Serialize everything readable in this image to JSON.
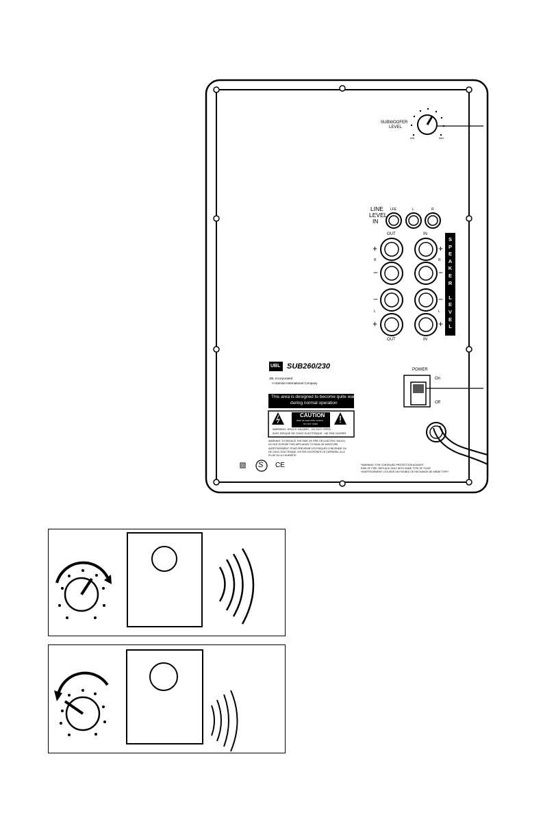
{
  "panel": {
    "subwoofer_level": {
      "label_line1": "SUBWOOFER",
      "label_line2": "LEVEL",
      "min": "MIN",
      "max": "MAX"
    },
    "line_level_in": {
      "label_line1": "LINE",
      "label_line2": "LEVEL",
      "label_line3": "IN",
      "jacks": [
        "LFE",
        "L",
        "R"
      ]
    },
    "speaker_level": {
      "vertical_label": [
        "S",
        "P",
        "E",
        "A",
        "K",
        "E",
        "R",
        "",
        "L",
        "E",
        "V",
        "E",
        "L"
      ],
      "out_top": "OUT",
      "in_top": "IN",
      "out_bottom": "OUT",
      "in_bottom": "IN",
      "r": "R",
      "l": "L",
      "plus": "+",
      "minus": "−"
    },
    "brand": {
      "logo": "UBL",
      "model": "SUB260/230",
      "line1": "JBL Incorporated",
      "line2": "A Harman International Company"
    },
    "warm_notice": {
      "line1": "This area is designed to become quite warm",
      "line2": "during normal operation"
    },
    "caution": {
      "title": "CAUTION",
      "sub1": "RISK OF ELECTRIC SHOCK",
      "sub2": "DO NOT OPEN",
      "line1": "WARNING: SHOCK HAZARD - DO NOT OPEN.",
      "line2": "AVIS: RISQUE DE CHOC ELECTRIQUE - NE PAS OUVRIR"
    },
    "warning_text": {
      "line1": "WARNING: TO REDUCE THE RISK OF FIRE OR ELECTRIC SHOCK,",
      "line2": "DO NOT EXPOSE THIS APPLIANCE TO RAIN OR MOISTURE.",
      "line3": "AVERTISSEMENT: POUR PREVENIR LES RISQUES D'INCENDIE OU",
      "line4": "DE CHOC ELECTRIQUE, EVITER D'EXPOSER CET APPAREIL A LA",
      "line5": "PLUIE OU A L'HUMIDITE."
    },
    "fuse_warning": {
      "line1": "*WARNING: FOR CONTINUED PROTECTION AGAINST",
      "line2": "RISK OF FIRE, REPLACE ONLY WITH SAME TYPE OF FUSE*",
      "line3": "*AVERTISSEMENT: UTILISER UN FUSIBLE DE RECHANGE DE MEME TYPE*"
    },
    "certifications": [
      "⧈",
      "S",
      "CE"
    ],
    "power": {
      "label": "POWER",
      "on": "On",
      "off": "Off"
    }
  },
  "illustrations": [
    {
      "scenario": "knob-turned-up",
      "wave_count": 4
    },
    {
      "scenario": "knob-turned-down",
      "wave_count": 4
    }
  ]
}
